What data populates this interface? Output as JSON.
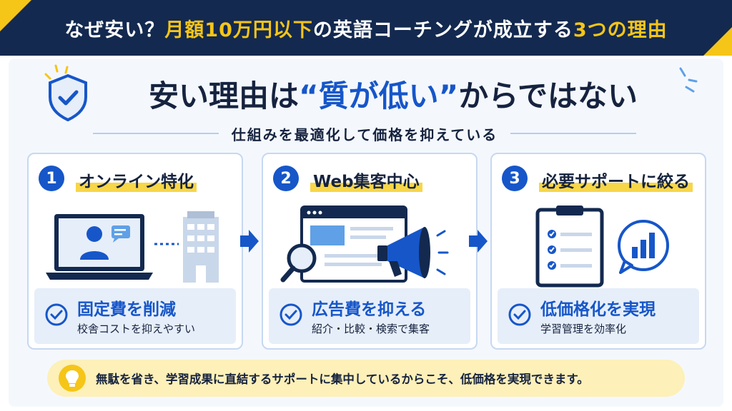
{
  "banner": {
    "parts": [
      "なぜ安い？",
      "月額10万円以下",
      "の英語コーチングが成立する",
      "3つの理由"
    ]
  },
  "headline": {
    "before": "安い理由は",
    "quoted": "“質が低い”",
    "after": "からではない"
  },
  "subheadline": "仕組みを最適化して価格を抑えている",
  "cards": [
    {
      "number": "1",
      "title": "オンライン特化",
      "result_title": "固定費を削減",
      "result_sub": "校舎コストを抑えやすい"
    },
    {
      "number": "2",
      "title": "Web集客中心",
      "result_title": "広告費を抑える",
      "result_sub": "紹介・比較・検索で集客"
    },
    {
      "number": "3",
      "title": "必要サポートに絞る",
      "result_title": "低価格化を実現",
      "result_sub": "学習管理を効率化"
    }
  ],
  "note": "無駄を省き、学習成果に直結するサポートに集中しているからこそ、低価格を実現できます。",
  "colors": {
    "navy": "#13294f",
    "accent_yellow": "#f5c518",
    "accent_blue": "#1656c9",
    "panel": "#f4f8fd",
    "note_bg": "#fdf0b8"
  },
  "icons": [
    "shield-check-icon",
    "laptop-user-icon",
    "building-icon",
    "browser-icon",
    "magnifier-icon",
    "megaphone-icon",
    "clipboard-checklist-icon",
    "chart-bubble-icon",
    "check-circle-icon",
    "arrow-right-icon",
    "lightbulb-icon"
  ]
}
